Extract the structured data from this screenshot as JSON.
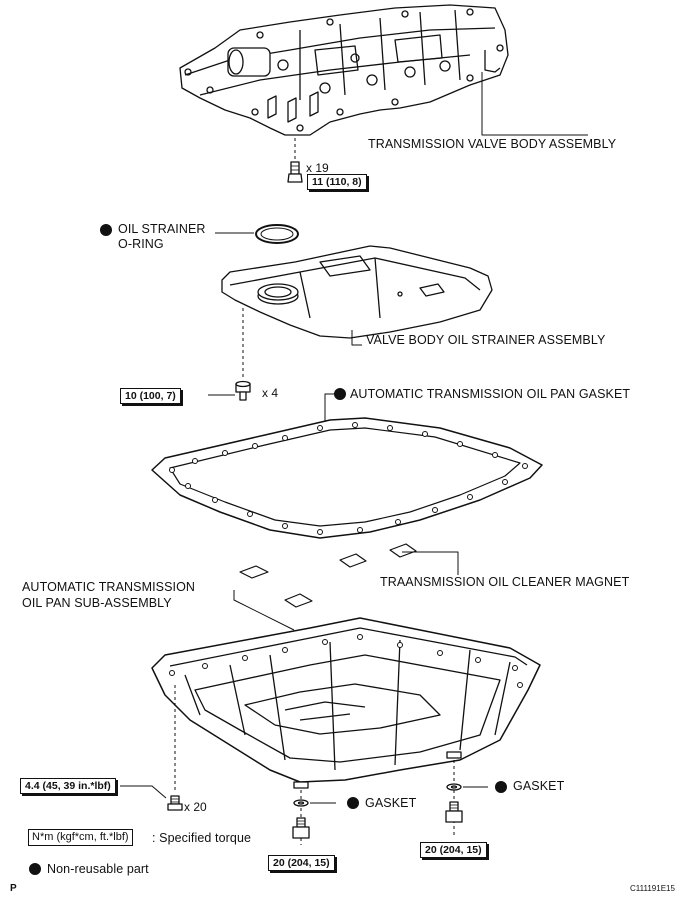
{
  "parts": {
    "valve_body": "TRANSMISSION VALVE BODY ASSEMBLY",
    "oil_strainer_oring_line1": "OIL STRAINER",
    "oil_strainer_oring_line2": "O-RING",
    "valve_body_strainer": "VALVE BODY OIL STRAINER ASSEMBLY",
    "oil_pan_gasket": "AUTOMATIC TRANSMISSION OIL PAN GASKET",
    "oil_pan_line1": "AUTOMATIC TRANSMISSION",
    "oil_pan_line2": "OIL PAN SUB-ASSEMBLY",
    "cleaner_magnet": "TRAANSMISSION OIL CLEANER MAGNET",
    "gasket_left": "GASKET",
    "gasket_right": "GASKET"
  },
  "torques": {
    "valve_body_bolts": "11 (110, 8)",
    "strainer_bolts": "10 (100, 7)",
    "pan_bolts": "4.4 (45, 39 in.*lbf)",
    "drain_plug_left": "20 (204, 15)",
    "drain_plug_right": "20 (204, 15)"
  },
  "quantities": {
    "valve_body_bolts": "x 19",
    "strainer_bolts": "x 4",
    "pan_bolts": "x 20"
  },
  "legend": {
    "torque_unit": "N*m (kgf*cm, ft.*lbf)",
    "torque_desc": ": Specified torque",
    "nonreusable": "Non-reusable part"
  },
  "footer": {
    "page_marker": "P",
    "figure_id": "C111191E15"
  }
}
